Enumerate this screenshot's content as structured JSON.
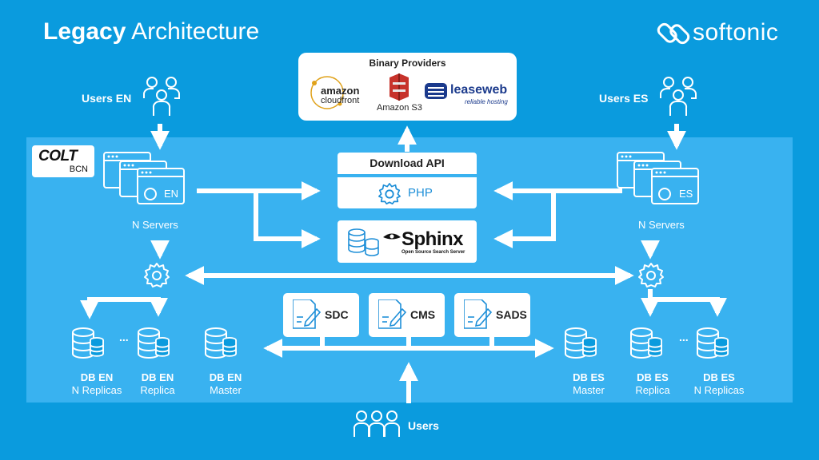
{
  "title": {
    "bold": "Legacy",
    "light": "Architecture"
  },
  "brand": {
    "logo_text": "softonic"
  },
  "colt": {
    "name": "COLT",
    "location": "BCN"
  },
  "binary_providers": {
    "title": "Binary Providers",
    "providers": [
      {
        "name": "amazon cloudfront",
        "line1": "amazon",
        "line2": "cloudfront"
      },
      {
        "name": "Amazon S3",
        "label": "Amazon S3"
      },
      {
        "name": "leaseweb",
        "label": "leaseweb",
        "tagline": "reliable hosting"
      }
    ]
  },
  "users_en": "Users EN",
  "users_es": "Users ES",
  "users": "Users",
  "servers_en": {
    "badge": "EN",
    "label": "N Servers"
  },
  "servers_es": {
    "badge": "ES",
    "label": "N Servers"
  },
  "download_api": "Download API",
  "php": "PHP",
  "sphinx": {
    "name": "Sphinx",
    "tagline": "Open Source Search Server"
  },
  "services": [
    "SDC",
    "CMS",
    "SADS"
  ],
  "ellipsis": "...",
  "db_en": [
    {
      "title": "DB EN",
      "sub": "N Replicas"
    },
    {
      "title": "DB EN",
      "sub": "Replica"
    },
    {
      "title": "DB EN",
      "sub": "Master"
    }
  ],
  "db_es": [
    {
      "title": "DB ES",
      "sub": "Master"
    },
    {
      "title": "DB ES",
      "sub": "Replica"
    },
    {
      "title": "DB ES",
      "sub": "N Replicas"
    }
  ],
  "colors": {
    "background": "#0a9bde",
    "band": "#39b2f0",
    "white": "#ffffff",
    "accent": "#1e8fd8",
    "aws_red": "#c7332b",
    "leaseweb_blue": "#1b3a8c",
    "cloudfront_gold": "#e0a21a"
  }
}
